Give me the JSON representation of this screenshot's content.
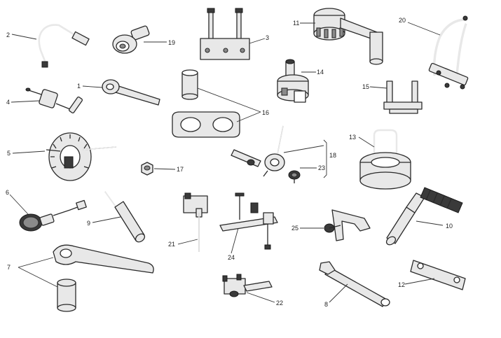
{
  "callouts": [
    {
      "id": "c2",
      "text": "2"
    },
    {
      "id": "c19",
      "text": "19"
    },
    {
      "id": "c3",
      "text": "3"
    },
    {
      "id": "c11",
      "text": "11"
    },
    {
      "id": "c20",
      "text": "20"
    },
    {
      "id": "c1",
      "text": "1"
    },
    {
      "id": "c14",
      "text": "14"
    },
    {
      "id": "c15",
      "text": "15"
    },
    {
      "id": "c4",
      "text": "4"
    },
    {
      "id": "c16",
      "text": "16"
    },
    {
      "id": "c13",
      "text": "13"
    },
    {
      "id": "c5",
      "text": "5"
    },
    {
      "id": "c17",
      "text": "17"
    },
    {
      "id": "c18",
      "text": "18"
    },
    {
      "id": "c23",
      "text": "23"
    },
    {
      "id": "c6",
      "text": "6"
    },
    {
      "id": "c9",
      "text": "9"
    },
    {
      "id": "c21",
      "text": "21"
    },
    {
      "id": "c12",
      "text": "12"
    },
    {
      "id": "c24",
      "text": "24"
    },
    {
      "id": "c25",
      "text": "25"
    },
    {
      "id": "c10",
      "text": "10"
    },
    {
      "id": "c7",
      "text": "7"
    },
    {
      "id": "c8",
      "text": "8"
    },
    {
      "id": "c22",
      "text": "22"
    }
  ]
}
